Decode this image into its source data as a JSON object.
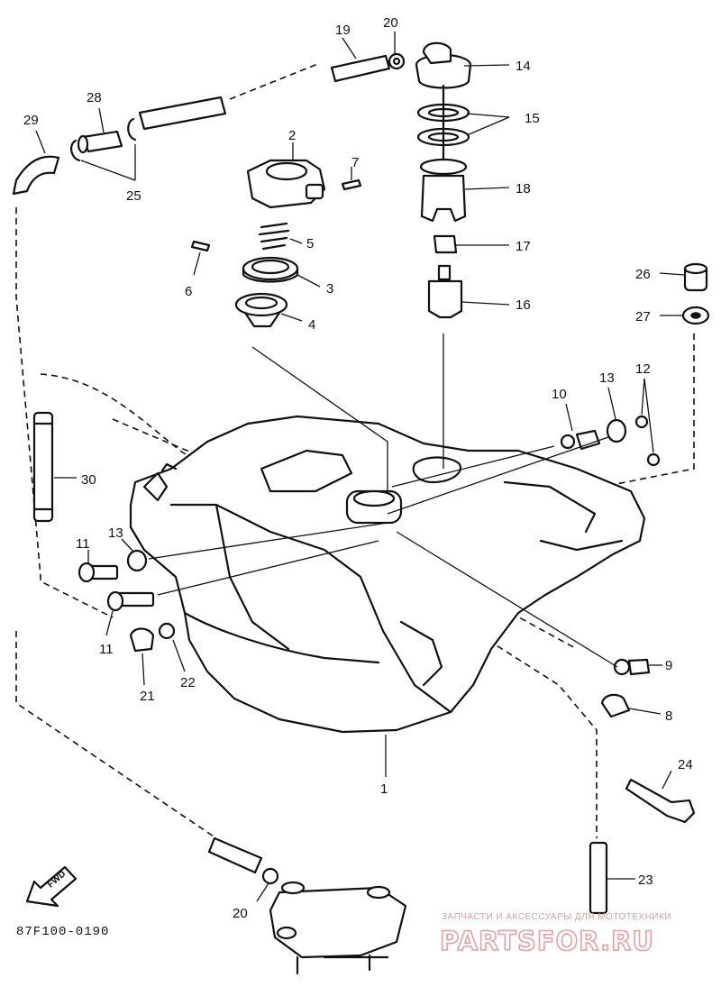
{
  "diagram_code": "87F100-0190",
  "direction_arrow": {
    "label": "FWD",
    "icon": "fwd-arrow-icon"
  },
  "watermark": {
    "tagline": "ЗАПЧАСТИ И АКСЕССУАРЫ ДЛЯ МОТОТЕХНИКИ",
    "brand": "PARTSFOR.RU",
    "color": "#e8a0a0"
  },
  "callouts": [
    {
      "id": "c1",
      "text": "1"
    },
    {
      "id": "c2",
      "text": "2"
    },
    {
      "id": "c3",
      "text": "3"
    },
    {
      "id": "c4",
      "text": "4"
    },
    {
      "id": "c5",
      "text": "5"
    },
    {
      "id": "c6",
      "text": "6"
    },
    {
      "id": "c7",
      "text": "7"
    },
    {
      "id": "c8",
      "text": "8"
    },
    {
      "id": "c9",
      "text": "9"
    },
    {
      "id": "c10",
      "text": "10"
    },
    {
      "id": "c11a",
      "text": "11"
    },
    {
      "id": "c11b",
      "text": "11"
    },
    {
      "id": "c12",
      "text": "12"
    },
    {
      "id": "c13a",
      "text": "13"
    },
    {
      "id": "c13b",
      "text": "13"
    },
    {
      "id": "c14",
      "text": "14"
    },
    {
      "id": "c15",
      "text": "15"
    },
    {
      "id": "c16",
      "text": "16"
    },
    {
      "id": "c17",
      "text": "17"
    },
    {
      "id": "c18",
      "text": "18"
    },
    {
      "id": "c19",
      "text": "19"
    },
    {
      "id": "c20a",
      "text": "20"
    },
    {
      "id": "c20b",
      "text": "20"
    },
    {
      "id": "c21",
      "text": "21"
    },
    {
      "id": "c22",
      "text": "22"
    },
    {
      "id": "c23",
      "text": "23"
    },
    {
      "id": "c24",
      "text": "24"
    },
    {
      "id": "c25",
      "text": "25"
    },
    {
      "id": "c26",
      "text": "26"
    },
    {
      "id": "c27",
      "text": "27"
    },
    {
      "id": "c28",
      "text": "28"
    },
    {
      "id": "c29",
      "text": "29"
    },
    {
      "id": "c30",
      "text": "30"
    }
  ]
}
